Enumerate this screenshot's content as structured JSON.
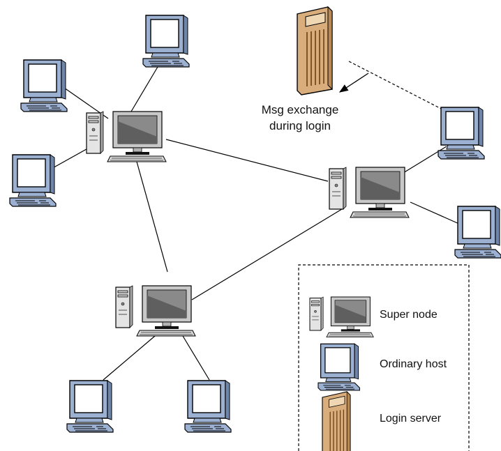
{
  "annotation": {
    "line1": "Msg exchange",
    "line2": "during login"
  },
  "legend": {
    "items": [
      {
        "label": "Super node",
        "icon": "super-node-icon"
      },
      {
        "label": "Ordinary host",
        "icon": "ordinary-host-icon"
      },
      {
        "label": "Login server",
        "icon": "login-server-icon"
      }
    ]
  },
  "colors": {
    "host_screen_frame": "#9cb1d1",
    "host_screen": "#ffffff",
    "super_frame": "#c8c8c8",
    "super_screen": "#8a8a8a",
    "server_body": "#d9ae7c",
    "line": "#000000"
  }
}
